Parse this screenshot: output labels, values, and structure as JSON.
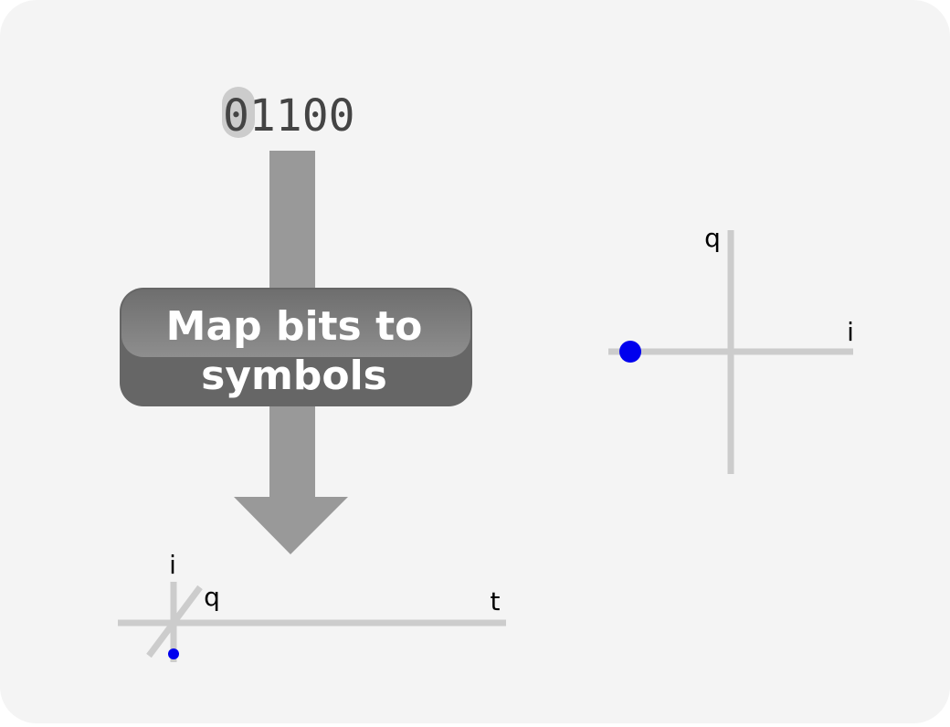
{
  "bits": {
    "highlighted": "0",
    "rest": "1100"
  },
  "mapper": {
    "line1": "Map bits to",
    "line2": "symbols"
  },
  "constellation": {
    "label_q": "q",
    "label_i": "i",
    "point": {
      "i": -1,
      "q": 0
    },
    "point_color": "#0000ee"
  },
  "time_axes": {
    "label_i": "i",
    "label_q": "q",
    "label_t": "t"
  },
  "colors": {
    "background": "#f4f4f4",
    "arrow": "#999999",
    "axis": "#cccccc",
    "box_top": "#8a8a8a",
    "box_bottom": "#666666",
    "bit_highlight": "#cccccc",
    "bit_text": "#444444"
  }
}
